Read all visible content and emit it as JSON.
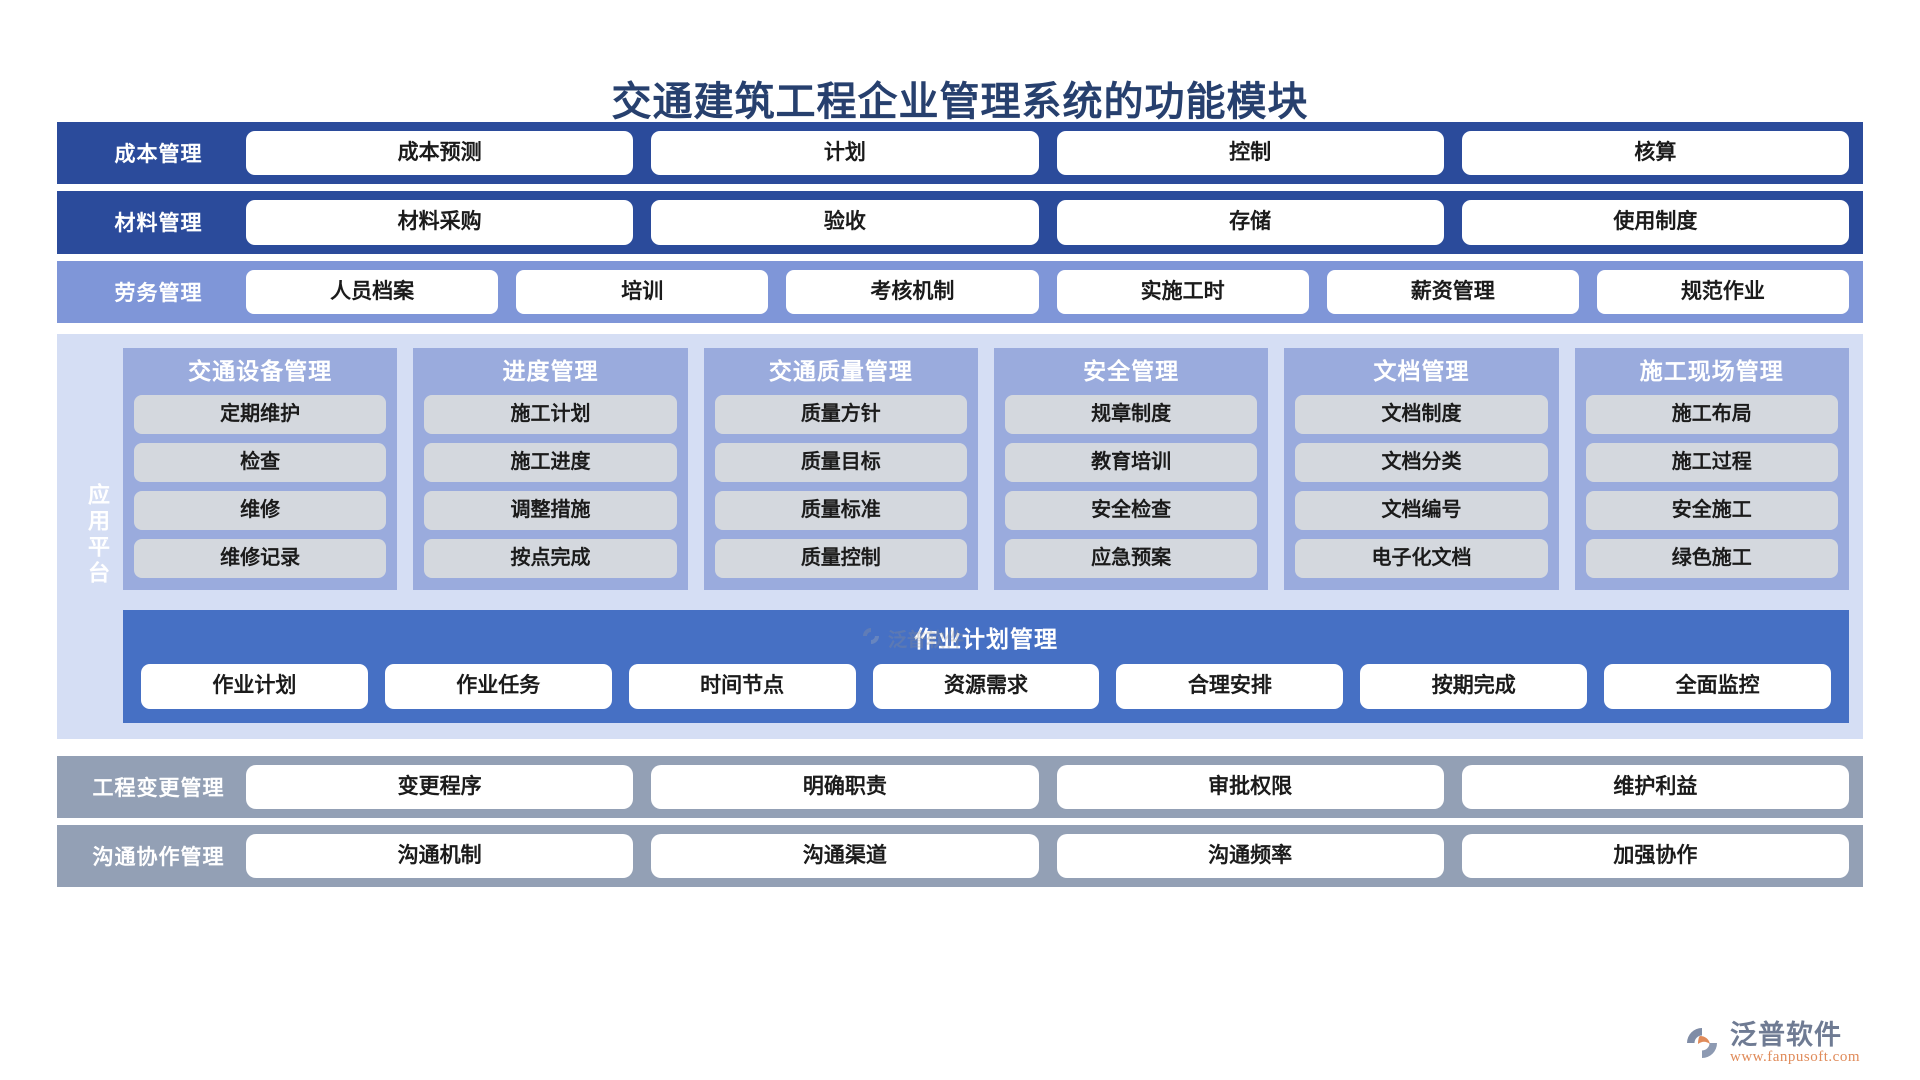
{
  "title": "交通建筑工程企业管理系统的功能模块",
  "bands_top": [
    {
      "label": "成本管理",
      "style": "dark",
      "items": [
        "成本预测",
        "计划",
        "控制",
        "核算"
      ]
    },
    {
      "label": "材料管理",
      "style": "dark",
      "items": [
        "材料采购",
        "验收",
        "存储",
        "使用制度"
      ]
    },
    {
      "label": "劳务管理",
      "style": "mid",
      "items": [
        "人员档案",
        "培训",
        "考核机制",
        "实施工时",
        "薪资管理",
        "规范作业"
      ]
    }
  ],
  "platform": {
    "label": "应用平台",
    "columns": [
      {
        "title": "交通设备管理",
        "items": [
          "定期维护",
          "检查",
          "维修",
          "维修记录"
        ]
      },
      {
        "title": "进度管理",
        "items": [
          "施工计划",
          "施工进度",
          "调整措施",
          "按点完成"
        ]
      },
      {
        "title": "交通质量管理",
        "items": [
          "质量方针",
          "质量目标",
          "质量标准",
          "质量控制"
        ]
      },
      {
        "title": "安全管理",
        "items": [
          "规章制度",
          "教育培训",
          "安全检查",
          "应急预案"
        ]
      },
      {
        "title": "文档管理",
        "items": [
          "文档制度",
          "文档分类",
          "文档编号",
          "电子化文档"
        ]
      },
      {
        "title": "施工现场管理",
        "items": [
          "施工布局",
          "施工过程",
          "安全施工",
          "绿色施工"
        ]
      }
    ],
    "workplan": {
      "title": "作业计划管理",
      "items": [
        "作业计划",
        "作业任务",
        "时间节点",
        "资源需求",
        "合理安排",
        "按期完成",
        "全面监控"
      ]
    }
  },
  "bands_bottom": [
    {
      "label": "工程变更管理",
      "style": "gray",
      "items": [
        "变更程序",
        "明确职责",
        "审批权限",
        "维护利益"
      ]
    },
    {
      "label": "沟通协作管理",
      "style": "gray",
      "items": [
        "沟通机制",
        "沟通渠道",
        "沟通频率",
        "加强协作"
      ]
    }
  ],
  "footer": {
    "logo_name": "泛普软件",
    "logo_url": "www.fanpusoft.com"
  },
  "watermark": {
    "text": "泛普软件"
  },
  "colors": {
    "title": "#27406e",
    "band_dark": "#2b4b9b",
    "band_mid": "#7f96d8",
    "band_gray": "#93a0b5",
    "platform_bg": "#d5def4",
    "column_bg": "#9aabdd",
    "column_item_bg": "#d4d8de",
    "workplan_bg": "#4670c4",
    "pill_bg": "#ffffff",
    "logo_orange": "#e08b5a"
  }
}
